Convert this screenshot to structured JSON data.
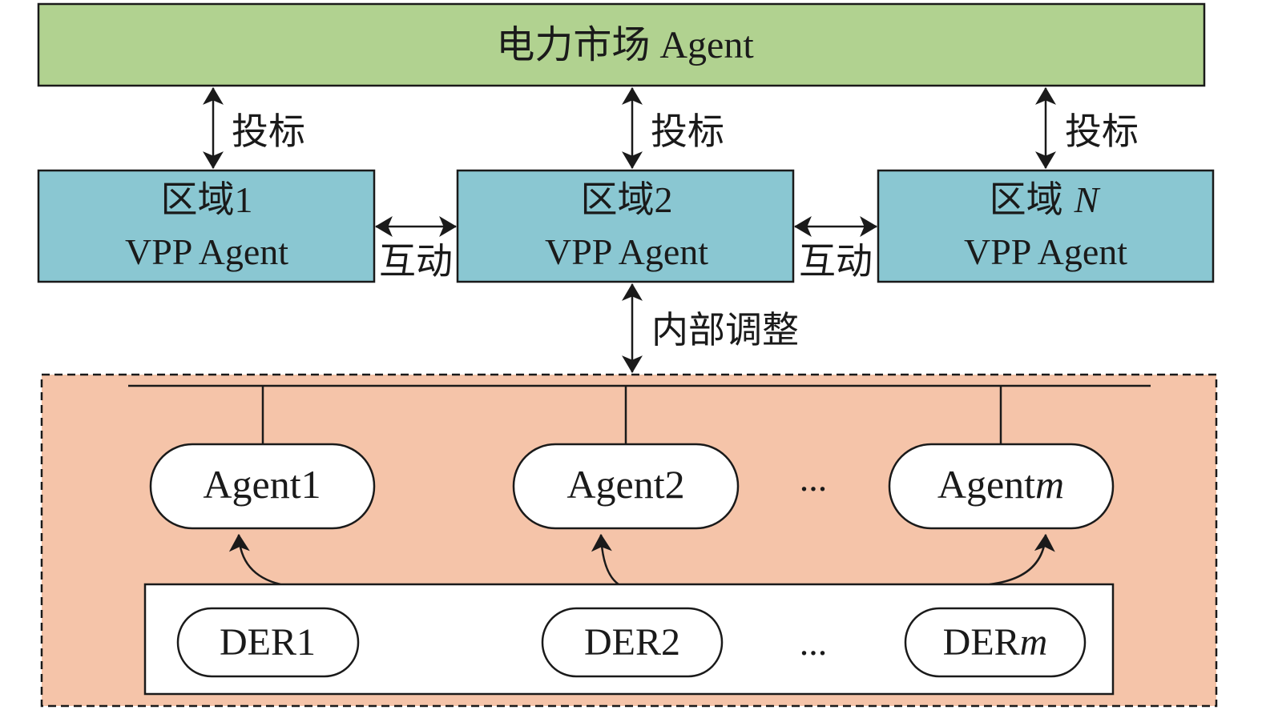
{
  "colors": {
    "market_fill": "#b1d290",
    "region_fill": "#8ac7d2",
    "internal_fill": "#f5c4a9",
    "pill_fill": "#ffffff",
    "line": "#1a1a1a"
  },
  "market": {
    "label": "电力市场 Agent"
  },
  "bids": [
    {
      "label": "投标"
    },
    {
      "label": "投标"
    },
    {
      "label": "投标"
    }
  ],
  "regions": [
    {
      "prefix": "区域",
      "index": "1",
      "agent": "VPP Agent"
    },
    {
      "prefix": "区域",
      "index": "2",
      "agent": "VPP Agent"
    },
    {
      "prefix": "区域",
      "index": "N",
      "agent": "VPP Agent"
    }
  ],
  "interactions": [
    {
      "label": "互动"
    },
    {
      "label": "互动"
    }
  ],
  "internal": {
    "label": "内部调整"
  },
  "agents": [
    {
      "prefix": "Agent",
      "index": "1"
    },
    {
      "prefix": "Agent",
      "index": "2"
    },
    {
      "prefix": "Agent",
      "index": "m"
    }
  ],
  "agent_ellipsis": "...",
  "ders": [
    {
      "prefix": "DER",
      "index": "1"
    },
    {
      "prefix": "DER",
      "index": "2"
    },
    {
      "prefix": "DER",
      "index": "m"
    }
  ],
  "der_ellipsis": "..."
}
